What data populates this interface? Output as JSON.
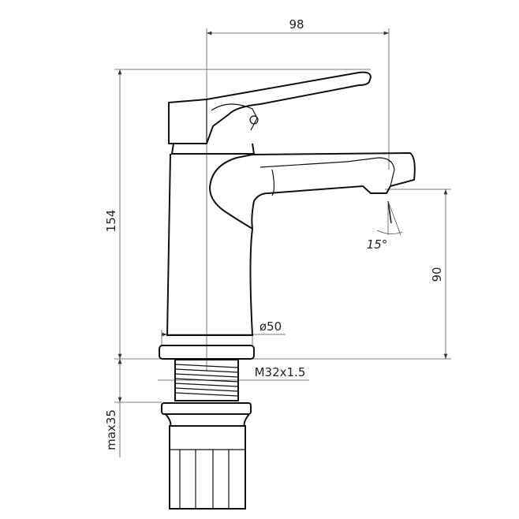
{
  "drawing": {
    "title": "Basin faucet technical drawing",
    "dimensions": {
      "reach": "98",
      "height": "154",
      "spout_height": "90",
      "spout_angle": "15°",
      "base_diameter": "ø50",
      "thread": "M32x1.5",
      "max_mount_thickness": "max35"
    },
    "colors": {
      "line": "#111111",
      "dimension_line": "#555555",
      "background": "#ffffff"
    }
  }
}
